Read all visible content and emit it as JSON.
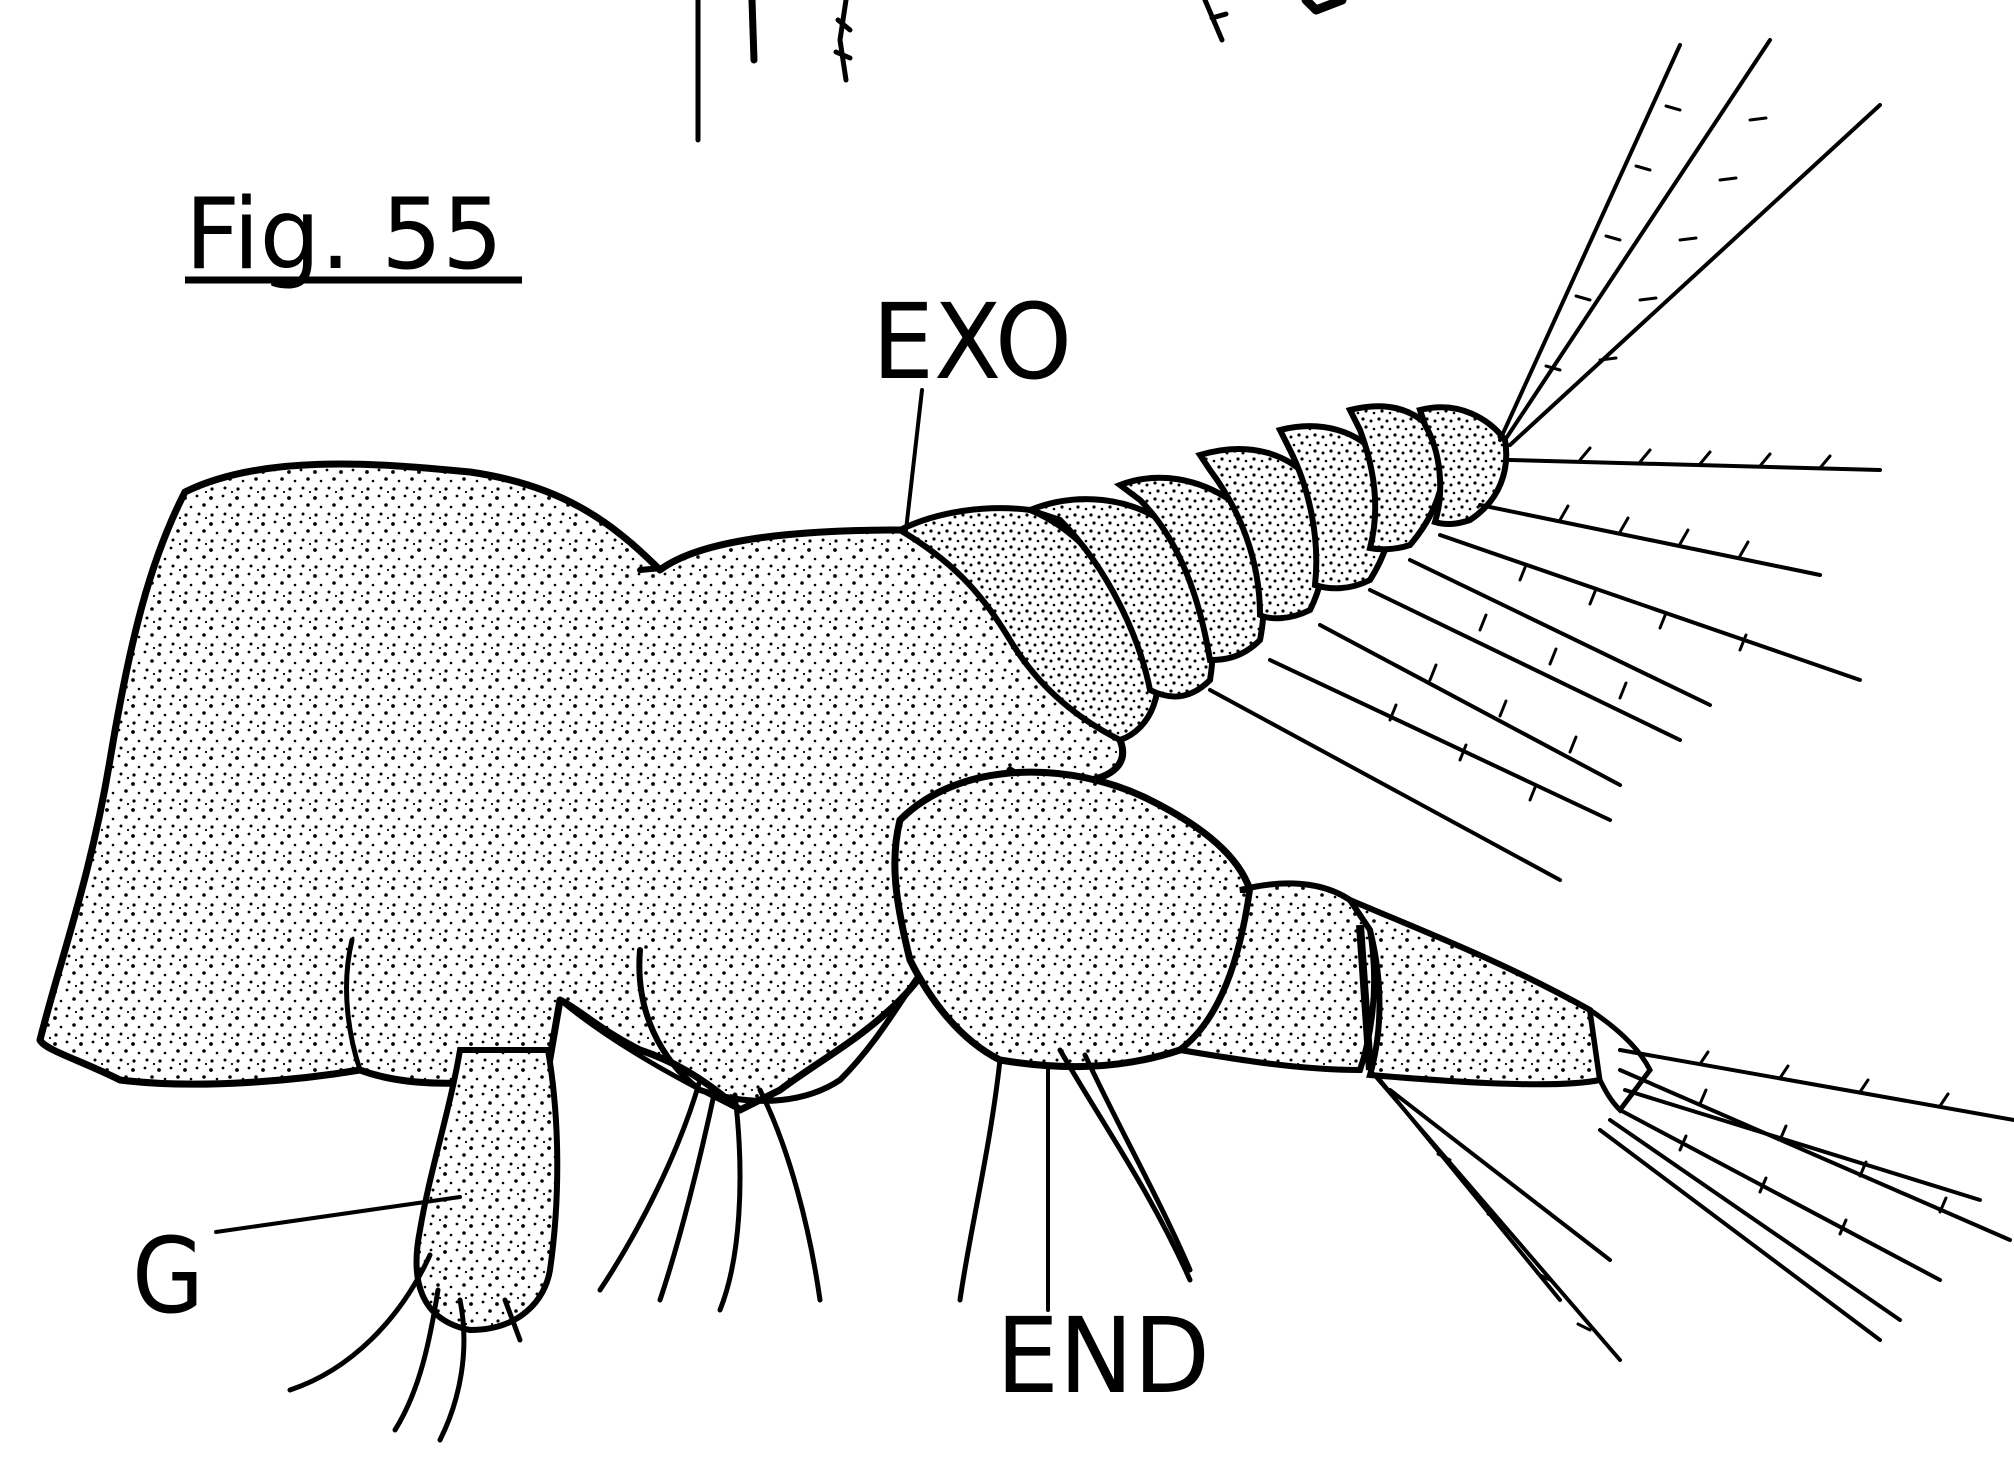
{
  "figure": {
    "title": "Fig. 55",
    "labels": {
      "exopod": "EXO",
      "endopod": "END",
      "gnathobase": "G"
    }
  },
  "colors": {
    "ink": "#000000",
    "paper": "#ffffff"
  }
}
